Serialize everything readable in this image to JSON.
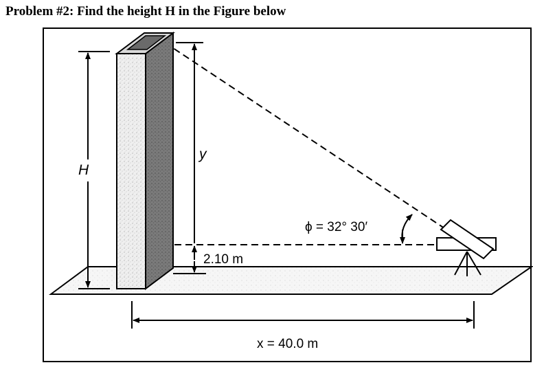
{
  "problem_title": "Problem #2: Find the height H in the Figure below",
  "figure": {
    "label_H": "H",
    "label_y": "y",
    "label_height_offset": "2.10 m",
    "label_angle": "ϕ = 32° 30′",
    "label_x": "x = 40.0 m"
  }
}
